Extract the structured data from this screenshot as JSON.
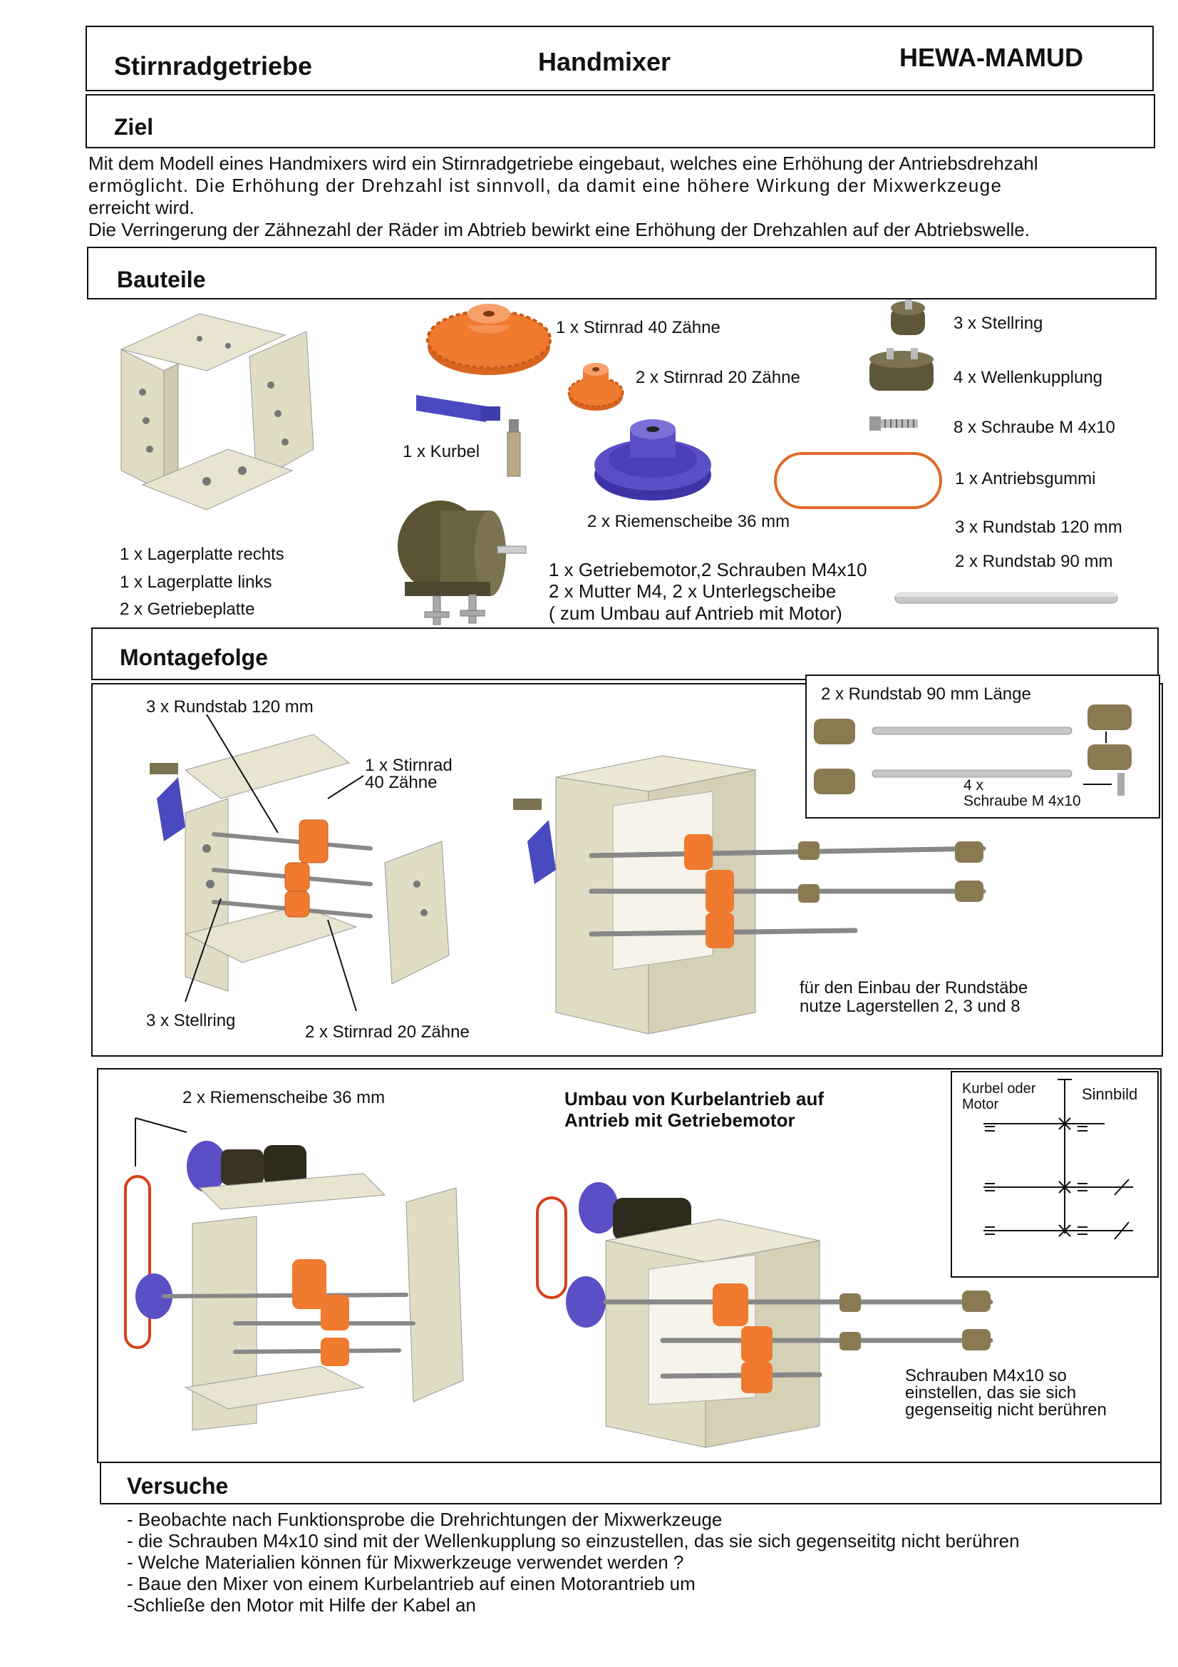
{
  "header": {
    "left": "Stirnradgetriebe",
    "center": "Handmixer",
    "right": "HEWA-MAMUD"
  },
  "ziel": {
    "title": "Ziel",
    "lines": [
      "Mit dem Modell eines Handmixers wird ein Stirnradgetriebe eingebaut, welches eine Erhöhung der Antriebsdrehzahl",
      "ermöglicht. Die Erhöhung der  Drehzahl ist sinnvoll, da damit eine höhere Wirkung der Mixwerkzeuge",
      "erreicht wird.",
      "Die Verringerung der Zähnezahl der Räder im Abtrieb bewirkt eine Erhöhung der Drehzahlen auf der Abtriebswelle."
    ]
  },
  "bauteile": {
    "title": "Bauteile",
    "plates": [
      "1 x Lagerplatte rechts",
      "1 x Lagerplatte links",
      "2 x Getriebeplatte"
    ],
    "gear40": "1 x Stirnrad 40 Zähne",
    "gear20": "2 x Stirnrad 20 Zähne",
    "crank": "1 x Kurbel",
    "pulley": "2 x Riemenscheibe 36 mm",
    "motor": [
      "1 x Getriebemotor,2 Schrauben M4x10",
      "2 x Mutter M4, 2 x Unterlegscheibe",
      "( zum Umbau auf Antrieb mit Motor)"
    ],
    "right": [
      "3 x Stellring",
      "4 x Wellenkupplung",
      "8 x Schraube M 4x10",
      "1 x Antriebsgummi",
      "3 x Rundstab 120 mm",
      "2 x Rundstab 90 mm"
    ]
  },
  "montage": {
    "title": "Montagefolge",
    "rods120": "3 x Rundstab 120 mm",
    "gear40": [
      "1 x Stirnrad",
      "40 Zähne"
    ],
    "stellring": "3 x Stellring",
    "gear20": "2 x Stirnrad 20 Zähne",
    "rods90": "2 x Rundstab 90 mm Länge",
    "screws": [
      "4 x",
      "Schraube M 4x10"
    ],
    "lager": [
      "für den Einbau der Rundstäbe",
      "nutze Lagerstellen 2, 3 und 8"
    ]
  },
  "umbau": {
    "pulley": "2 x Riemenscheibe 36 mm",
    "title": [
      "Umbau von Kurbelantrieb auf",
      "Antrieb mit Getriebemotor"
    ],
    "symbol_left": [
      "Kurbel oder",
      "Motor"
    ],
    "symbol_right": "Sinnbild",
    "note": [
      "Schrauben M4x10 so",
      "einstellen, das sie sich",
      "gegenseitig nicht berühren"
    ]
  },
  "versuche": {
    "title": "Versuche",
    "items": [
      "- Beobachte nach Funktionsprobe die Drehrichtungen der Mixwerkzeuge",
      "- die Schrauben M4x10 sind mit der Wellenkupplung so einzustellen, das sie sich gegenseititg nicht berühren",
      "- Welche Materialien können für Mixwerkzeuge verwendet werden ?",
      "- Baue den Mixer von einem Kurbelantrieb auf einen Motorantrieb um",
      "-Schließe den Motor mit Hilfe der Kabel an"
    ]
  },
  "colors": {
    "orange": "#f07a30",
    "blue": "#5b4fc6",
    "plate": "#e6e2cc",
    "brass": "#8a7a52"
  }
}
